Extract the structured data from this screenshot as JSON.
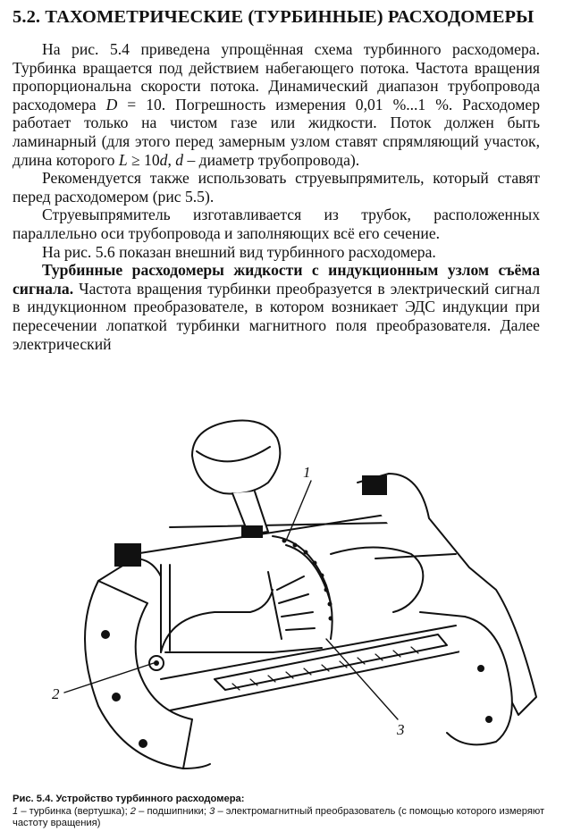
{
  "section": {
    "heading": "5.2. ТАХОМЕТРИЧЕСКИЕ (ТУРБИННЫЕ) РАСХОДОМЕРЫ"
  },
  "paragraphs": [
    {
      "parts": [
        "На рис. 5.4 приведена упрощённая схема турбинного расходомера. Турбинка вращается под действием набегающего потока. Частота вращения пропорциональна скорости потока. Динамический диапазон трубопровода расходомера ",
        "D",
        " = 10. Погрешность измерения 0,01 %...1 %. Расходомер работает только на чистом газе или жидкости. Поток должен быть ламинарный (для этого перед замерным узлом ставят спрямляющий участок, длина которого ",
        "L",
        " ≥ 10",
        "d",
        ", ",
        "d",
        " – диаметр трубопровода)."
      ]
    },
    {
      "text": "Рекомендуется также использовать струевыпрямитель, который ставят перед расходомером (рис 5.5)."
    },
    {
      "text": "Струевыпрямитель изготавливается из трубок, расположенных параллельно оси трубопровода и заполняющих всё его сечение."
    },
    {
      "text": "На рис. 5.6 показан внешний вид турбинного расходомера."
    },
    {
      "run_in": "Турбинные расходомеры жидкости с индукционным узлом съёма сигнала.",
      "text": " Частота вращения турбинки преобразуется в электрический сигнал в индукционном преобразователе, в котором возникает ЭДС индукции при пересечении лопаткой турбинки магнитного поля преобразователя. Далее электрический"
    }
  ],
  "figure": {
    "callouts": [
      "1",
      "2",
      "3"
    ]
  },
  "caption": {
    "title": "Рис. 5.4. Устройство турбинного расходомера:",
    "items": [
      {
        "num": "1",
        "text": " – турбинка (вертушка); "
      },
      {
        "num": "2",
        "text": " – подшипники; "
      },
      {
        "num": "3",
        "text": " – электромагнитный преобразователь (с помощью которого измеряют частоту вращения)"
      }
    ]
  }
}
